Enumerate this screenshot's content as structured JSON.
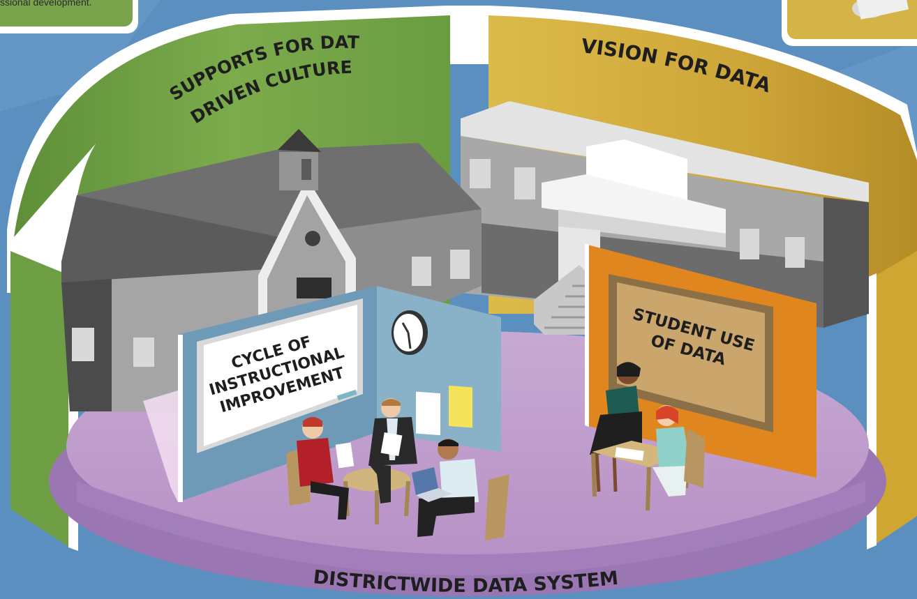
{
  "tooltip_left": {
    "text": "ssional development."
  },
  "labels": {
    "supports_line1": "SUPPORTS FOR DATA-",
    "supports_line2": "DRIVEN CULTURE",
    "vision": "VISION FOR DATA USE",
    "cycle_line1": "CYCLE OF",
    "cycle_line2": "INSTRUCTIONAL",
    "cycle_line3": "IMPROVEMENT",
    "student_line1": "STUDENT USE",
    "student_line2": "OF DATA",
    "districtwide": "DISTRICTWIDE DATA SYSTEM"
  },
  "colors": {
    "background": "#5b8fc0",
    "supports_panel": "#78a84a",
    "vision_panel": "#d7b545",
    "floor": "#b994c6",
    "floor_rim": "#9c78b4",
    "cycle_board_frame": "#7fa3bc",
    "student_board": "#e0861f",
    "chalkboard": "#caa56c"
  }
}
